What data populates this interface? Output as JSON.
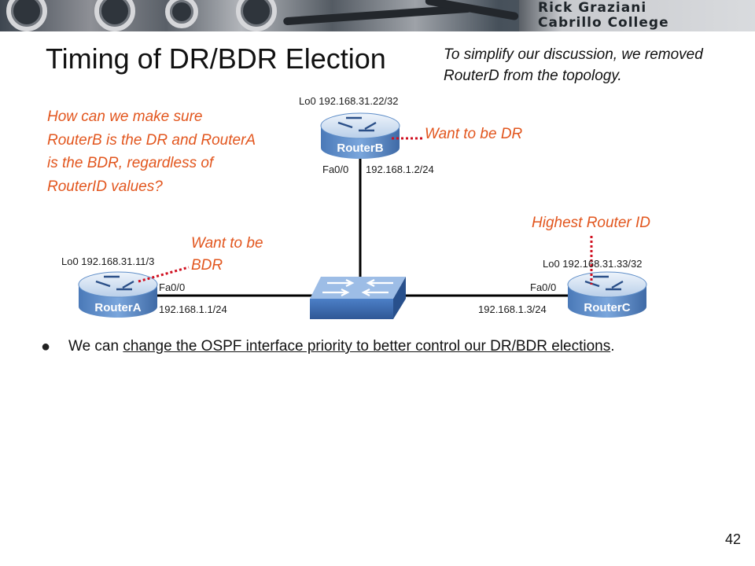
{
  "banner": {
    "brand_line1": "Rick Graziani",
    "brand_line2": "Cabrillo College"
  },
  "slide": {
    "title": "Timing of DR/BDR Election",
    "note": "To simplify our discussion, we removed RouterD from the topology.",
    "question": "How can we make sure RouterB is the DR and RouterA is the BDR, regardless of RouterID values?",
    "callouts": {
      "want_dr": "Want to be DR",
      "highest_id": "Highest Router ID",
      "want_bdr_line1": "Want to be",
      "want_bdr_line2": "BDR"
    },
    "bullet": {
      "prefix": "We can ",
      "underlined": "change the OSPF interface priority to better control our DR/BDR elections",
      "suffix": "."
    },
    "page_number": "42"
  },
  "topology": {
    "routerA": {
      "label": "RouterA",
      "loopback": "Lo0 192.168.31.11/3",
      "interface": "Fa0/0",
      "ip": "192.168.1.1/24"
    },
    "routerB": {
      "label": "RouterB",
      "loopback": "Lo0 192.168.31.22/32",
      "interface": "Fa0/0",
      "ip": "192.168.1.2/24"
    },
    "routerC": {
      "label": "RouterC",
      "loopback": "Lo0 192.168.31.33/32",
      "interface": "Fa0/0",
      "ip": "192.168.1.3/24"
    }
  },
  "colors": {
    "accent": "#e2561e",
    "callout_line": "#d01020",
    "router_top": "#d9e6f4",
    "router_body": "#5e8dc8",
    "switch": "#3f6fb8"
  }
}
